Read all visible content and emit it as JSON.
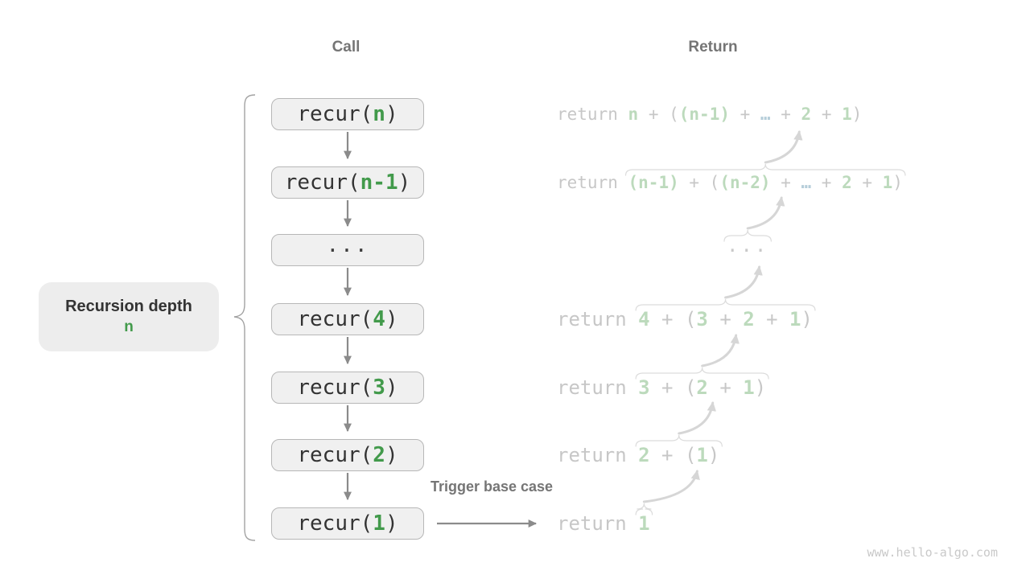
{
  "headers": {
    "call": "Call",
    "return": "Return"
  },
  "depth_label": {
    "title": "Recursion depth",
    "value": "n"
  },
  "trigger_label": "Trigger base case",
  "watermark": "www.hello-algo.com",
  "call_stack": {
    "boxes": [
      {
        "tokens": [
          {
            "t": "recur(",
            "c": "code"
          },
          {
            "t": "n",
            "c": "arg"
          },
          {
            "t": ")",
            "c": "code"
          }
        ]
      },
      {
        "tokens": [
          {
            "t": "recur(",
            "c": "code"
          },
          {
            "t": "n-1",
            "c": "arg"
          },
          {
            "t": ")",
            "c": "code"
          }
        ]
      },
      {
        "tokens": [
          {
            "t": "...",
            "c": "dots"
          }
        ]
      },
      {
        "tokens": [
          {
            "t": "recur(",
            "c": "code"
          },
          {
            "t": "4",
            "c": "arg"
          },
          {
            "t": ")",
            "c": "code"
          }
        ]
      },
      {
        "tokens": [
          {
            "t": "recur(",
            "c": "code"
          },
          {
            "t": "3",
            "c": "arg"
          },
          {
            "t": ")",
            "c": "code"
          }
        ]
      },
      {
        "tokens": [
          {
            "t": "recur(",
            "c": "code"
          },
          {
            "t": "2",
            "c": "arg"
          },
          {
            "t": ")",
            "c": "code"
          }
        ]
      },
      {
        "tokens": [
          {
            "t": "recur(",
            "c": "code"
          },
          {
            "t": "1",
            "c": "arg"
          },
          {
            "t": ")",
            "c": "code"
          }
        ]
      }
    ]
  },
  "return_column": {
    "rows": [
      {
        "brace": "none",
        "arrow": false,
        "size": "small",
        "tokens": [
          {
            "t": "return ",
            "c": "kw"
          },
          {
            "t": "n",
            "c": "g"
          },
          {
            "t": " + ",
            "c": "op"
          },
          {
            "t": "(",
            "c": "op"
          },
          {
            "t": "(n-1)",
            "c": "g"
          },
          {
            "t": " + ",
            "c": "op"
          },
          {
            "t": "…",
            "c": "b"
          },
          {
            "t": " + ",
            "c": "op"
          },
          {
            "t": "2",
            "c": "g"
          },
          {
            "t": " + ",
            "c": "op"
          },
          {
            "t": "1",
            "c": "g"
          },
          {
            "t": ")",
            "c": "op"
          }
        ]
      },
      {
        "brace": "expr",
        "arrow": true,
        "size": "small",
        "tokens": [
          {
            "t": "return ",
            "c": "kw"
          },
          {
            "t": "(n-1)",
            "c": "g"
          },
          {
            "t": " + ",
            "c": "op"
          },
          {
            "t": "(",
            "c": "op"
          },
          {
            "t": "(n-2)",
            "c": "g"
          },
          {
            "t": " + ",
            "c": "op"
          },
          {
            "t": "…",
            "c": "b"
          },
          {
            "t": " + ",
            "c": "op"
          },
          {
            "t": "2",
            "c": "g"
          },
          {
            "t": " + ",
            "c": "op"
          },
          {
            "t": "1",
            "c": "g"
          },
          {
            "t": ")",
            "c": "op"
          }
        ]
      },
      {
        "brace": "expr",
        "arrow": true,
        "size": "dots",
        "tokens": [
          {
            "t": "...",
            "c": "dots"
          }
        ]
      },
      {
        "brace": "expr",
        "arrow": true,
        "size": "large",
        "tokens": [
          {
            "t": "return ",
            "c": "kw"
          },
          {
            "t": "4",
            "c": "g"
          },
          {
            "t": " + ",
            "c": "op"
          },
          {
            "t": "(",
            "c": "op"
          },
          {
            "t": "3",
            "c": "g"
          },
          {
            "t": " + ",
            "c": "op"
          },
          {
            "t": "2",
            "c": "g"
          },
          {
            "t": " + ",
            "c": "op"
          },
          {
            "t": "1",
            "c": "g"
          },
          {
            "t": ")",
            "c": "op"
          }
        ]
      },
      {
        "brace": "expr",
        "arrow": true,
        "size": "large",
        "tokens": [
          {
            "t": "return ",
            "c": "kw"
          },
          {
            "t": "3",
            "c": "g"
          },
          {
            "t": " + ",
            "c": "op"
          },
          {
            "t": "(",
            "c": "op"
          },
          {
            "t": "2",
            "c": "g"
          },
          {
            "t": " + ",
            "c": "op"
          },
          {
            "t": "1",
            "c": "g"
          },
          {
            "t": ")",
            "c": "op"
          }
        ]
      },
      {
        "brace": "expr",
        "arrow": true,
        "size": "large",
        "tokens": [
          {
            "t": "return ",
            "c": "kw"
          },
          {
            "t": "2",
            "c": "g"
          },
          {
            "t": " + ",
            "c": "op"
          },
          {
            "t": "(",
            "c": "op"
          },
          {
            "t": "1",
            "c": "g"
          },
          {
            "t": ")",
            "c": "op"
          }
        ]
      },
      {
        "brace": "expr",
        "arrow": true,
        "size": "large",
        "tokens": [
          {
            "t": "return ",
            "c": "kw"
          },
          {
            "t": "1",
            "c": "g"
          }
        ]
      }
    ]
  },
  "colors": {
    "green": "#429a4b",
    "green_light": "#bcdabc",
    "blue_light": "#b5cdd9",
    "gray_heading": "#757575",
    "code_text": "#333333",
    "return_gray": "#c7c7c7",
    "box_bg": "#f0f0f0",
    "box_border": "#b7b7b7",
    "label_bg": "#ededed",
    "arrow_gray": "#8b8b8b",
    "arrow_light": "#d6d6d6",
    "brace_light": "#dcdcdc",
    "depth_brace": "#a2a2a2",
    "watermark_gray": "#c9c9c9"
  }
}
